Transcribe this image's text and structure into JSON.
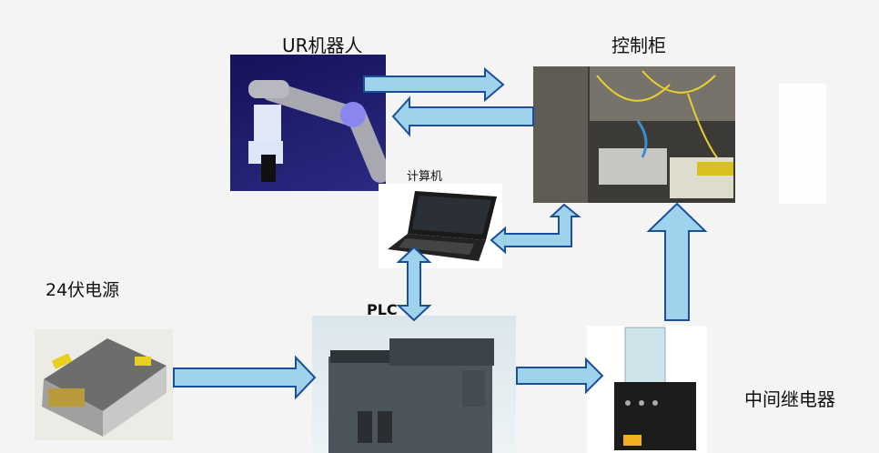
{
  "labels": {
    "robot": "UR机器人",
    "cabinet": "控制柜",
    "computer": "计算机",
    "power": "24伏电源",
    "plc": "PLC",
    "relay": "中间继电器"
  },
  "colors": {
    "arrow_fill": "#9fd3ec",
    "arrow_stroke": "#1b4f9c",
    "robot_bg": "#1f1d6b",
    "background": "#f4f4f4"
  }
}
